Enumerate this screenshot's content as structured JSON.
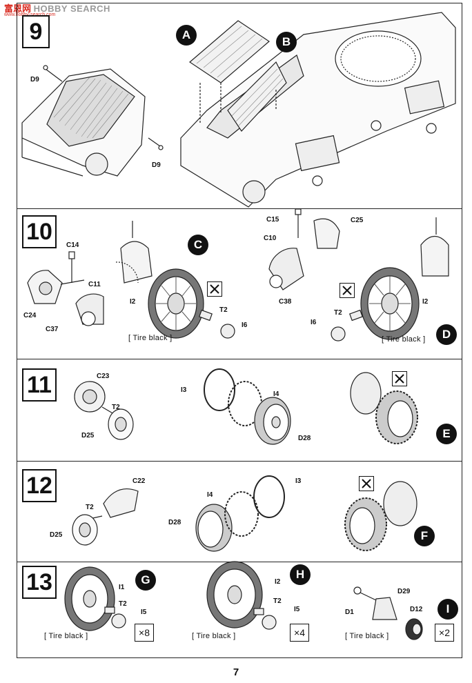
{
  "watermark": {
    "brand_cn": "富恩网",
    "brand_en": "HOBBY SEARCH",
    "url": "www.hobby-search.com"
  },
  "steps": [
    {
      "number": "9",
      "labels": [
        "D9",
        "D9"
      ],
      "subassemblies": [
        "A",
        "B"
      ]
    },
    {
      "number": "10",
      "labels": [
        "C14",
        "C11",
        "C24",
        "C37",
        "I2",
        "T2",
        "I6",
        "C15",
        "C25",
        "C10",
        "C38",
        "I2",
        "T2",
        "I6"
      ],
      "subassemblies": [
        "C",
        "D"
      ],
      "notes": [
        "[ Tire black ]",
        "[ Tire black ]"
      ]
    },
    {
      "number": "11",
      "labels": [
        "C23",
        "T2",
        "D25",
        "I3",
        "I4",
        "D28"
      ],
      "subassemblies": [
        "E"
      ]
    },
    {
      "number": "12",
      "labels": [
        "C22",
        "T2",
        "D25",
        "I4",
        "I3",
        "D28"
      ],
      "subassemblies": [
        "F"
      ]
    },
    {
      "number": "13",
      "labels": [
        "I1",
        "T2",
        "I5",
        "I2",
        "T2",
        "I5",
        "D29",
        "D1",
        "D12"
      ],
      "subassemblies": [
        "G",
        "H",
        "I"
      ],
      "notes": [
        "[ Tire black ]",
        "[ Tire black ]",
        "[ Tire black ]"
      ],
      "quantities": [
        "×8",
        "×4",
        "×2"
      ]
    }
  ],
  "icons": [
    "glue-icon",
    "glue-icon",
    "glue-icon",
    "glue-icon"
  ],
  "page_number": "7"
}
